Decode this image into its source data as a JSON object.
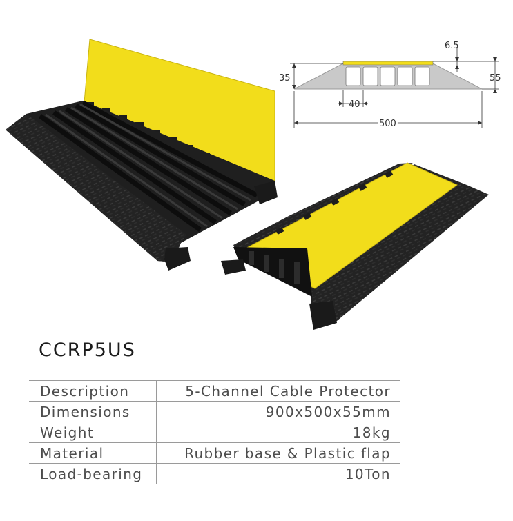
{
  "model": "CCRP5US",
  "drawing_labels": {
    "flap_thickness": "6.5",
    "ramp_height": "35",
    "total_height": "55",
    "channel_width": "40",
    "total_width": "500"
  },
  "specs": [
    {
      "label": "Description",
      "value": "5-Channel Cable Protector"
    },
    {
      "label": "Dimensions",
      "value": "900x500x55mm"
    },
    {
      "label": "Weight",
      "value": "18kg"
    },
    {
      "label": "Material",
      "value": "Rubber base & Plastic flap"
    },
    {
      "label": "Load-bearing",
      "value": "10Ton"
    }
  ],
  "colors": {
    "flap_yellow": "#f2dd1b",
    "rubber_black": "#202020",
    "text": "#4d4d4d"
  }
}
